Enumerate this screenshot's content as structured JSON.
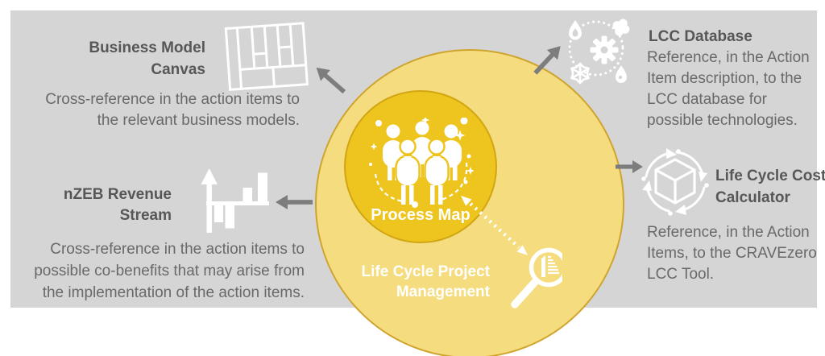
{
  "colors": {
    "band_background": "#d5d5d5",
    "outer_circle_fill": "#f5dc7e",
    "outer_circle_border": "#cfa42e",
    "inner_circle_fill": "#eec41f",
    "inner_circle_border": "#d2a512",
    "heading_text": "#575757",
    "body_text": "#696969",
    "arrow_gray": "#7d7d7d",
    "icon_white": "#ffffff"
  },
  "center": {
    "inner_circle_label": "Process Map",
    "outer_circle_label_line1": "Life Cycle Project",
    "outer_circle_label_line2": "Management"
  },
  "sections": {
    "bmc": {
      "title_line1": "Business Model",
      "title_line2": "Canvas",
      "desc_line1": "Cross-reference in the action items to",
      "desc_line2": "the relevant business models."
    },
    "nzeb": {
      "title_line1": "nZEB Revenue",
      "title_line2": "Stream",
      "desc_line1": "Cross-reference in the action items to",
      "desc_line2": "possible co-benefits that may arise from",
      "desc_line3": "the implementation of the action items."
    },
    "lcc_db": {
      "title": "LCC Database",
      "desc_line1": "Reference, in the Action",
      "desc_line2": "Item description, to the",
      "desc_line3": "LCC database for",
      "desc_line4": "possible technologies."
    },
    "lcc_calc": {
      "title_line1": "Life Cycle Cost",
      "title_line2": "Calculator",
      "desc_line1": "Reference, in the Action",
      "desc_line2": "Items, to the CRAVEzero",
      "desc_line3": "LCC Tool."
    }
  },
  "icons": {
    "business_model_canvas": "hand-drawn canvas grid sketch",
    "revenue_chart": "bar chart with up axis arrow, bars above and below baseline",
    "lcc_database": "dotted circle with gear, flame, clover, snowflake and water drop",
    "life_cycle_calculator": "cube surrounded by circular cycle arrows",
    "people_group": "group of five people with sparkles and dashed arcs",
    "magnifier_building": "magnifying glass over a building",
    "arrows": "gray solid arrows outward, white dotted double arrow inside circle"
  }
}
